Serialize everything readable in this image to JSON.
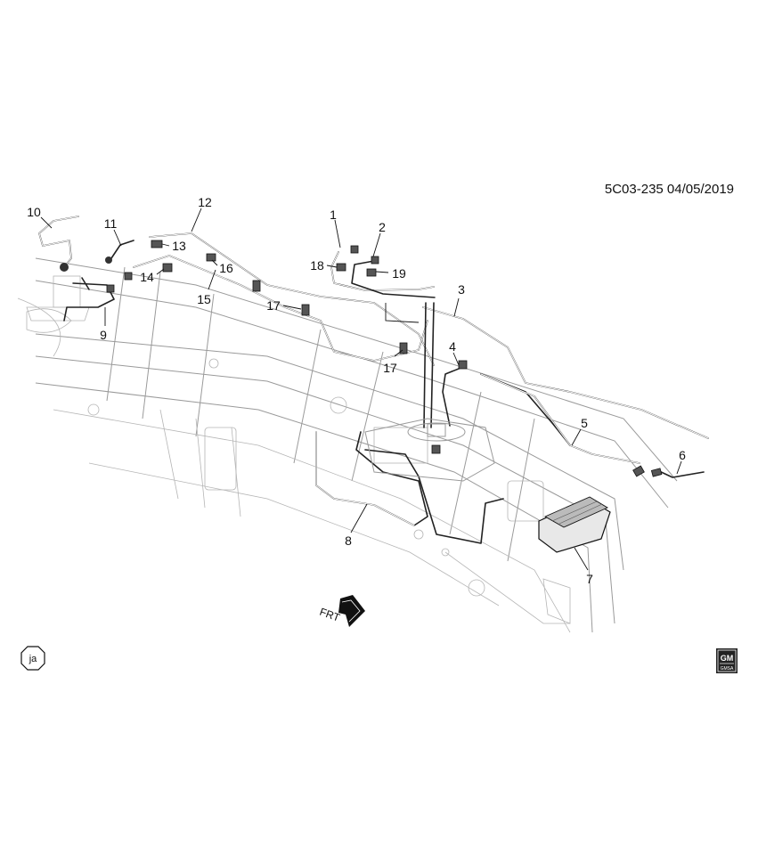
{
  "diagram": {
    "reference": "5C03-235  04/05/2019",
    "direction_label": "FRT",
    "language_badge": "ja",
    "brand_badge": {
      "top": "GM",
      "bottom": "GMSA"
    },
    "callouts": [
      {
        "id": "c1",
        "label": "1"
      },
      {
        "id": "c2",
        "label": "2"
      },
      {
        "id": "c3",
        "label": "3"
      },
      {
        "id": "c4",
        "label": "4"
      },
      {
        "id": "c5",
        "label": "5"
      },
      {
        "id": "c6",
        "label": "6"
      },
      {
        "id": "c7",
        "label": "7"
      },
      {
        "id": "c8",
        "label": "8"
      },
      {
        "id": "c9",
        "label": "9"
      },
      {
        "id": "c10",
        "label": "10"
      },
      {
        "id": "c11",
        "label": "11"
      },
      {
        "id": "c12",
        "label": "12"
      },
      {
        "id": "c13",
        "label": "13"
      },
      {
        "id": "c14",
        "label": "14"
      },
      {
        "id": "c15",
        "label": "15"
      },
      {
        "id": "c16",
        "label": "16"
      },
      {
        "id": "c17a",
        "label": "17"
      },
      {
        "id": "c17b",
        "label": "17"
      },
      {
        "id": "c18",
        "label": "18"
      },
      {
        "id": "c19",
        "label": "19"
      }
    ]
  }
}
